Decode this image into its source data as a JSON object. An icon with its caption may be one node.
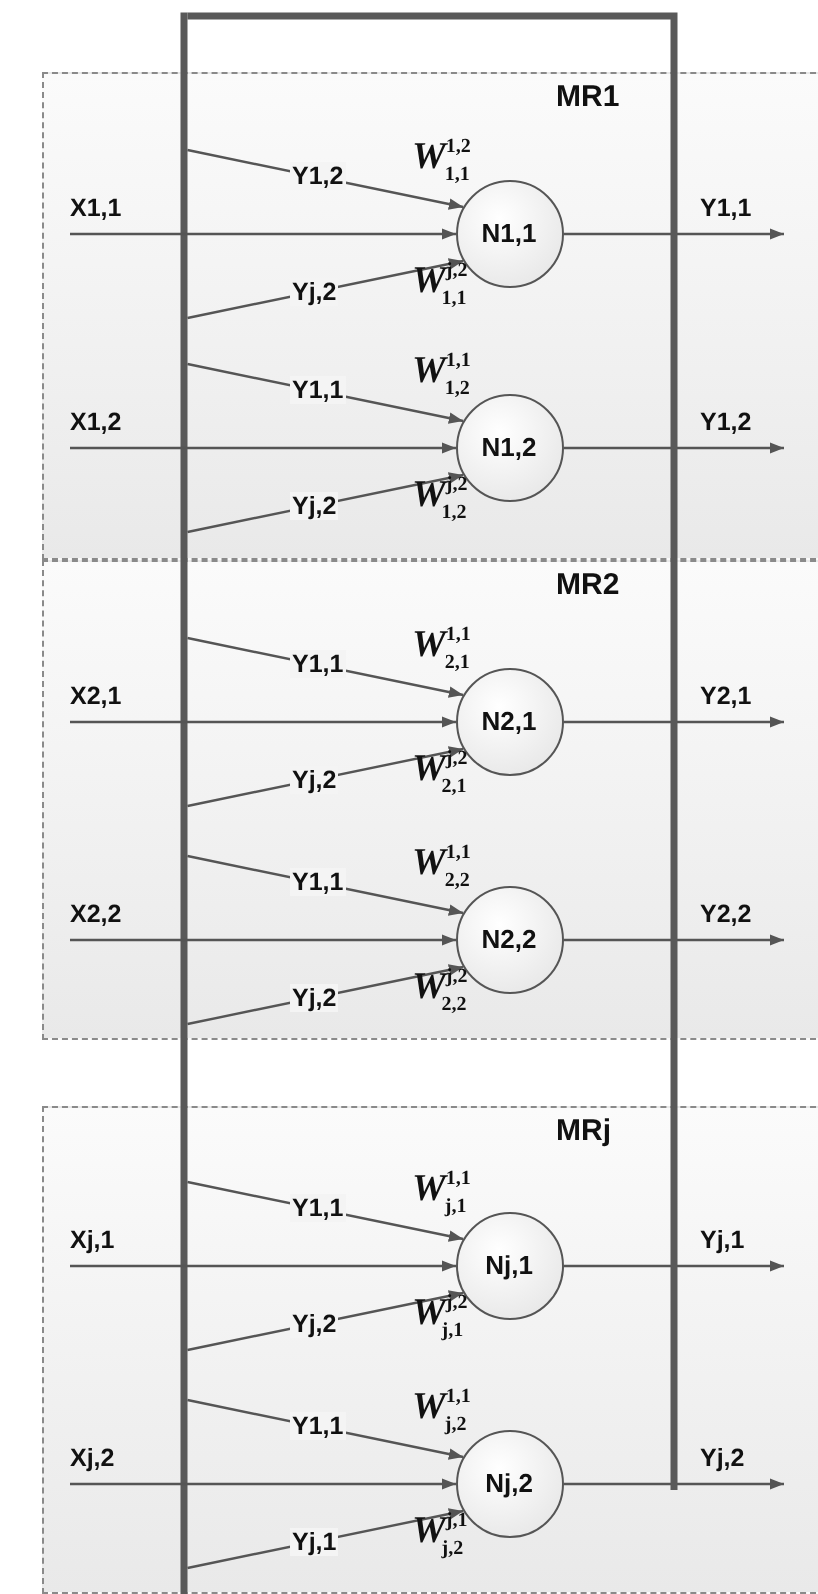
{
  "diagram": {
    "nodes": [
      {
        "text": [],
        "shape": "bar"
      },
      {
        "text": [
          "MR1"
        ]
      },
      {
        "text": [
          "N1,1"
        ],
        "in": 1,
        "beside": [
          "W$^{1,2}$$_{1,1}$",
          "W$^{j,2}$$_{1,1}$"
        ]
      },
      {
        "text": [
          "N1,2"
        ],
        "in": 1,
        "beside": [
          "W$^{1,1}$$_{1,2}$",
          "W$^{j,2}$$_{1,2}$"
        ]
      },
      {
        "text": [
          "MR2"
        ]
      },
      {
        "text": [
          "N2,1"
        ],
        "in": 4,
        "beside": [
          "W$^{1,1}$$_{2,1}$",
          "W$^{j,2}$$_{2,1}$"
        ]
      },
      {
        "text": [
          "N2,2"
        ],
        "in": 4,
        "beside": [
          "W$^{1,1}$$_{2,2}$",
          "W$^{j,2}$$_{2,2}$"
        ]
      },
      {
        "text": [
          "MRj"
        ]
      },
      {
        "text": [
          "Nj,1"
        ],
        "in": 7,
        "beside": [
          "W$^{1,1}$$_{j,1}$",
          "W$^{j,2}$$_{j,1}$"
        ]
      },
      {
        "text": [
          "Nj,2"
        ],
        "in": 7,
        "beside": [
          "W$^{1,1}$$_{j,2}$",
          "W$^{j,1}$$_{j,2}$"
        ]
      }
    ],
    "edges": [
      {
        "from": null,
        "to": 2,
        "arrow": "to",
        "label": "X1,1"
      },
      {
        "from": 0,
        "to": 2,
        "arrow": "to",
        "label": "Y1,2"
      },
      {
        "from": 0,
        "to": 2,
        "arrow": "to",
        "label": "Yj,2"
      },
      {
        "from": 2,
        "to": null,
        "arrow": "to",
        "label": "Y1,1"
      },
      {
        "from": null,
        "to": 3,
        "arrow": "to",
        "label": "X1,2"
      },
      {
        "from": 0,
        "to": 3,
        "arrow": "to",
        "label": "Y1,1"
      },
      {
        "from": 0,
        "to": 3,
        "arrow": "to",
        "label": "Yj,2"
      },
      {
        "from": 3,
        "to": null,
        "arrow": "to",
        "label": "Y1,2"
      },
      {
        "from": null,
        "to": 5,
        "arrow": "to",
        "label": "X2,1"
      },
      {
        "from": 0,
        "to": 5,
        "arrow": "to",
        "label": "Y1,1"
      },
      {
        "from": 0,
        "to": 5,
        "arrow": "to",
        "label": "Yj,2"
      },
      {
        "from": 5,
        "to": null,
        "arrow": "to",
        "label": "Y2,1"
      },
      {
        "from": null,
        "to": 6,
        "arrow": "to",
        "label": "X2,2"
      },
      {
        "from": 0,
        "to": 6,
        "arrow": "to",
        "label": "Y1,1"
      },
      {
        "from": 0,
        "to": 6,
        "arrow": "to",
        "label": "Yj,2"
      },
      {
        "from": 6,
        "to": null,
        "arrow": "to",
        "label": "Y2,2"
      },
      {
        "from": null,
        "to": 8,
        "arrow": "to",
        "label": "Xj,1"
      },
      {
        "from": 0,
        "to": 8,
        "arrow": "to",
        "label": "Y1,1"
      },
      {
        "from": 0,
        "to": 8,
        "arrow": "to",
        "label": "Yj,2"
      },
      {
        "from": 8,
        "to": null,
        "arrow": "to",
        "label": "Yj,1"
      },
      {
        "from": null,
        "to": 9,
        "arrow": "to",
        "label": "Xj,2"
      },
      {
        "from": 0,
        "to": 9,
        "arrow": "to",
        "label": "Y1,1"
      },
      {
        "from": 0,
        "to": 9,
        "arrow": "to",
        "label": "Yj,1"
      },
      {
        "from": 9,
        "to": null,
        "arrow": "to",
        "label": "Yj,2"
      },
      {
        "from": 0,
        "to": null,
        "arrow": "none",
        "style": "thick"
      }
    ]
  }
}
